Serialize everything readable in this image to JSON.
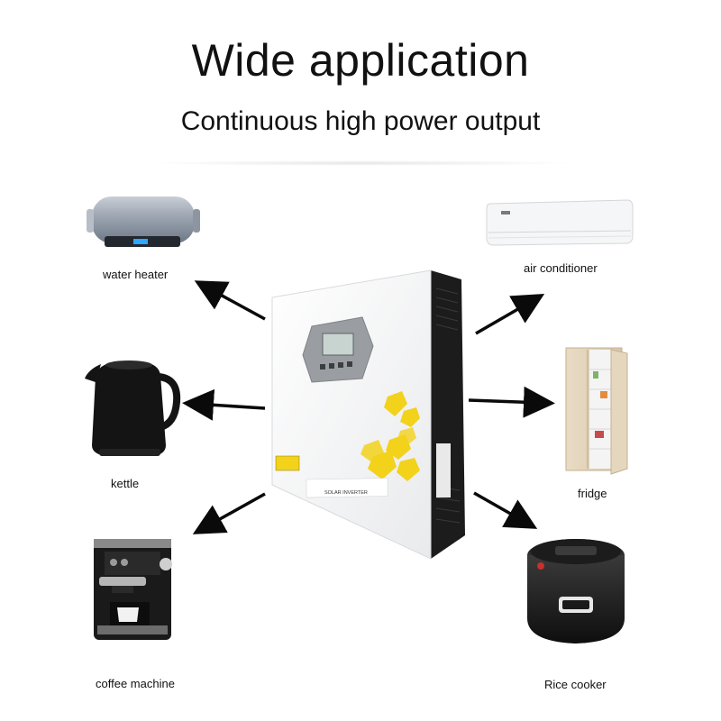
{
  "header": {
    "title": "Wide application",
    "subtitle": "Continuous high power output"
  },
  "inverter": {
    "product_label": "SOLAR INVERTER"
  },
  "appliances": {
    "water_heater": "water heater",
    "kettle": "kettle",
    "coffee_machine": "coffee machine",
    "air_conditioner": "air conditioner",
    "fridge": "fridge",
    "rice_cooker": "Rice cooker"
  },
  "colors": {
    "accent_yellow": "#f2d21b",
    "inverter_body": "#f4f5f6",
    "inverter_side": "#1c1c1c",
    "arrow": "#0a0a0a"
  }
}
